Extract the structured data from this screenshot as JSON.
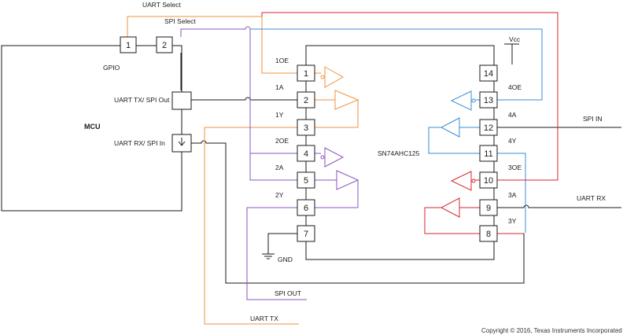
{
  "labels": {
    "uart_select": "UART Select",
    "spi_select": "SPI Select",
    "gpio": "GPIO",
    "mcu": "MCU",
    "uart_tx_spi_out": "UART TX/ SPI Out",
    "uart_rx_spi_in": "UART RX/ SPI In",
    "chip": "SN74AHC125",
    "vcc": "Vcc",
    "gnd": "GND",
    "spi_in": "SPI IN",
    "uart_rx": "UART RX",
    "spi_out": "SPI OUT",
    "uart_tx": "UART TX",
    "copyright": "Copyright © 2016, Texas Instruments Incorporated"
  },
  "gpio_pins": [
    "1",
    "2"
  ],
  "left_pins": [
    {
      "num": "1",
      "label": "1OE"
    },
    {
      "num": "2",
      "label": "1A"
    },
    {
      "num": "3",
      "label": "1Y"
    },
    {
      "num": "4",
      "label": "2OE"
    },
    {
      "num": "5",
      "label": "2A"
    },
    {
      "num": "6",
      "label": "2Y"
    },
    {
      "num": "7",
      "label": ""
    }
  ],
  "right_pins": [
    {
      "num": "14",
      "label": ""
    },
    {
      "num": "13",
      "label": "4OE"
    },
    {
      "num": "12",
      "label": "4A"
    },
    {
      "num": "11",
      "label": "4Y"
    },
    {
      "num": "10",
      "label": "3OE"
    },
    {
      "num": "9",
      "label": "3A"
    },
    {
      "num": "8",
      "label": "3Y"
    }
  ],
  "colors": {
    "uart_tx_net": "#f0923c",
    "spi_out_net": "#8a54c2",
    "spi_in_net": "#3a8dd4",
    "uart_rx_net": "#d9262c",
    "wire": "#1a1a1a"
  }
}
